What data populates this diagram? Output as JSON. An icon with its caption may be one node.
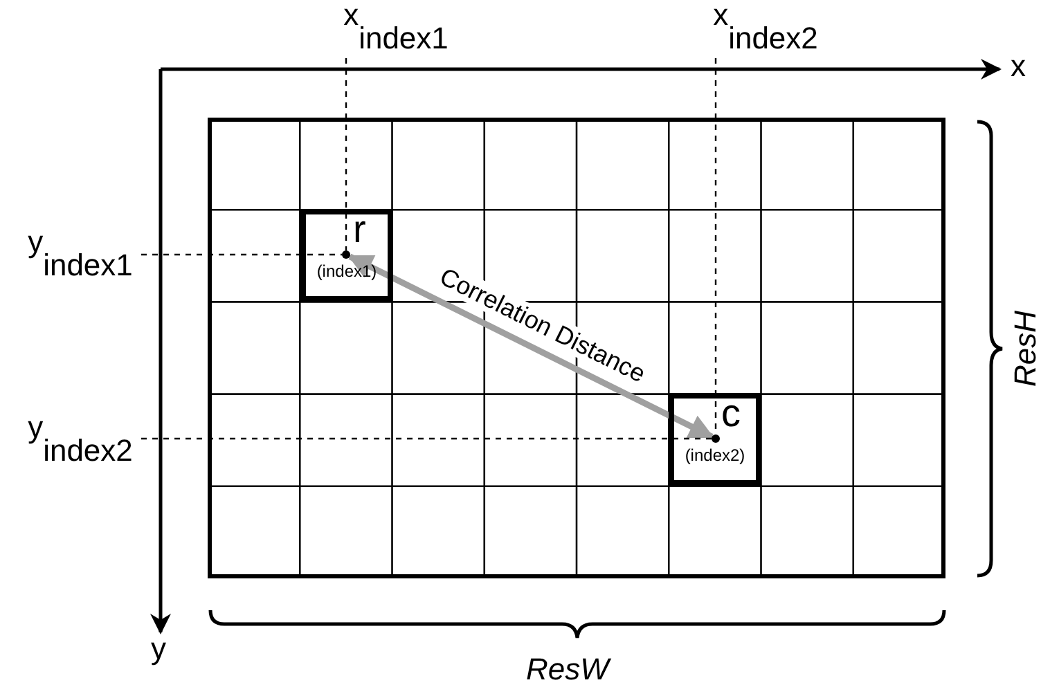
{
  "diagram": {
    "nodes": [
      {
        "text": [],
        "shape": "box"
      },
      {
        "text": [
          "r",
          "(index1)"
        ],
        "in": 0
      },
      {
        "text": [],
        "shape": "circle",
        "in": 1
      },
      {
        "text": [
          "c",
          "(index2)"
        ],
        "in": 0
      },
      {
        "text": [],
        "shape": "circle",
        "in": 3
      },
      {
        "text": [
          "x$_{index1}$"
        ]
      },
      {
        "text": [
          "x$_{index2}$"
        ]
      },
      {
        "text": [
          "y$_{index1}$"
        ]
      },
      {
        "text": [
          "y$_{index2}$"
        ]
      }
    ],
    "edges": [
      {
        "from": 2,
        "to": 4,
        "arrow": "both",
        "label": "Correlation Distance",
        "style": "thick",
        "color": "#a0a0a0"
      },
      {
        "from": 5,
        "to": 2,
        "arrow": "none",
        "style": "dashed"
      },
      {
        "from": 6,
        "to": 4,
        "arrow": "none",
        "style": "dashed"
      },
      {
        "from": 7,
        "to": 2,
        "arrow": "none",
        "style": "dashed"
      },
      {
        "from": 8,
        "to": 4,
        "arrow": "none",
        "style": "dashed"
      }
    ],
    "labels": [
      "x",
      "y",
      "ResH",
      "ResW"
    ]
  }
}
